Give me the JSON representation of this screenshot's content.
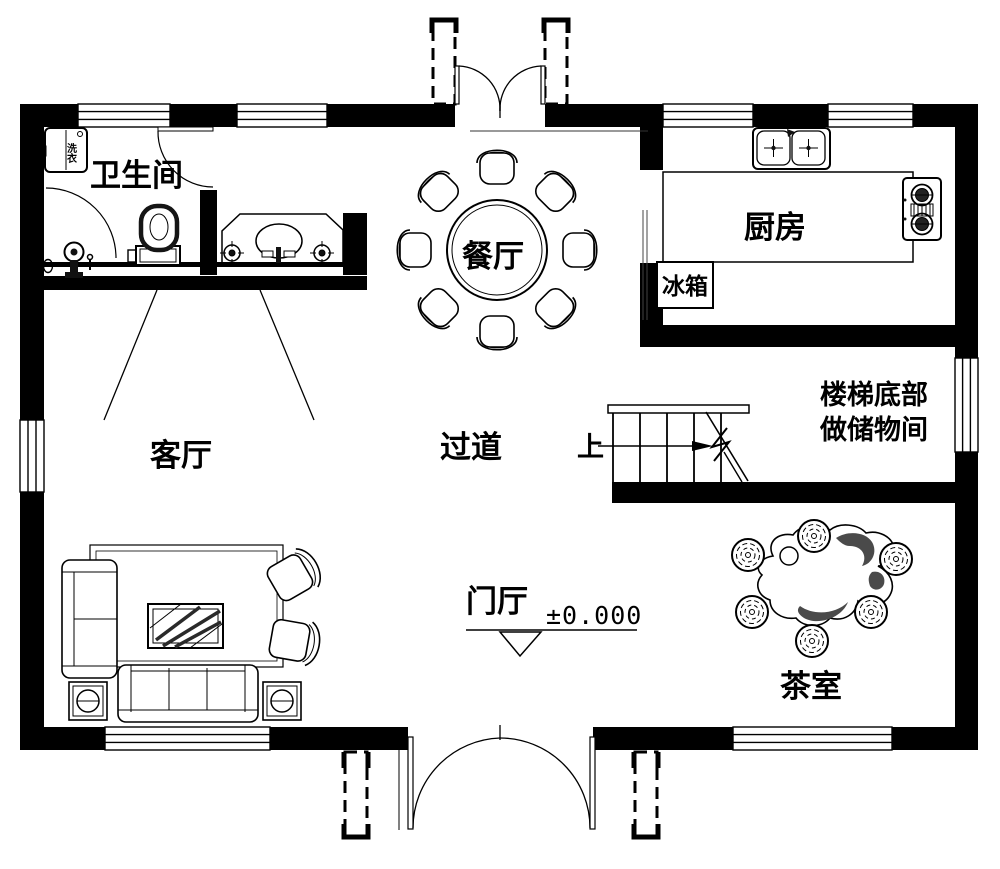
{
  "drawing": {
    "kind": "residential floor plan"
  },
  "rooms": {
    "bathroom": {
      "label": "卫生间"
    },
    "dining": {
      "label": "餐厅"
    },
    "kitchen": {
      "label": "厨房"
    },
    "living": {
      "label": "客厅"
    },
    "corridor": {
      "label": "过道"
    },
    "foyer": {
      "label": "门厅"
    },
    "tea_room": {
      "label": "茶室"
    }
  },
  "fixtures": {
    "fridge_label": "冰箱",
    "washer_label": "洗衣"
  },
  "stairs": {
    "up_label": "上",
    "note_line1": "楼梯底部",
    "note_line2": "做储物间"
  },
  "annotations": {
    "floor_elevation": "±0.000"
  },
  "colors": {
    "line": "#000000",
    "background": "#ffffff",
    "dark_fill": "#4a4a4a"
  }
}
